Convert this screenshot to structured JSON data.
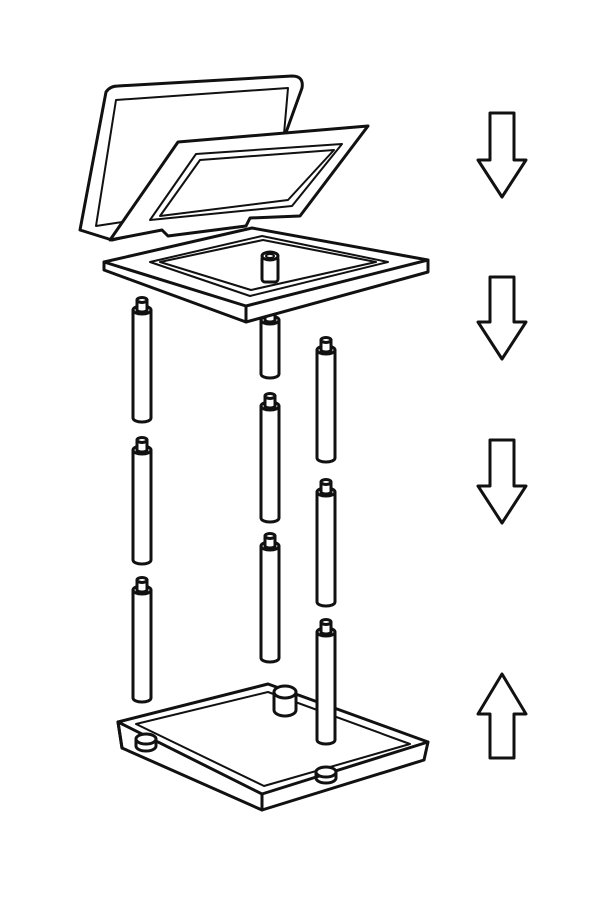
{
  "diagram": {
    "type": "exploded-assembly",
    "parts": [
      {
        "name": "lid"
      },
      {
        "name": "frame"
      },
      {
        "name": "top-tray"
      },
      {
        "name": "leg-segment",
        "count": 9
      },
      {
        "name": "base-tray"
      }
    ],
    "arrows": [
      {
        "direction": "down"
      },
      {
        "direction": "down"
      },
      {
        "direction": "down"
      },
      {
        "direction": "up"
      }
    ],
    "colors": {
      "stroke": "#111111",
      "fill": "#ffffff",
      "background": "#ffffff"
    }
  }
}
